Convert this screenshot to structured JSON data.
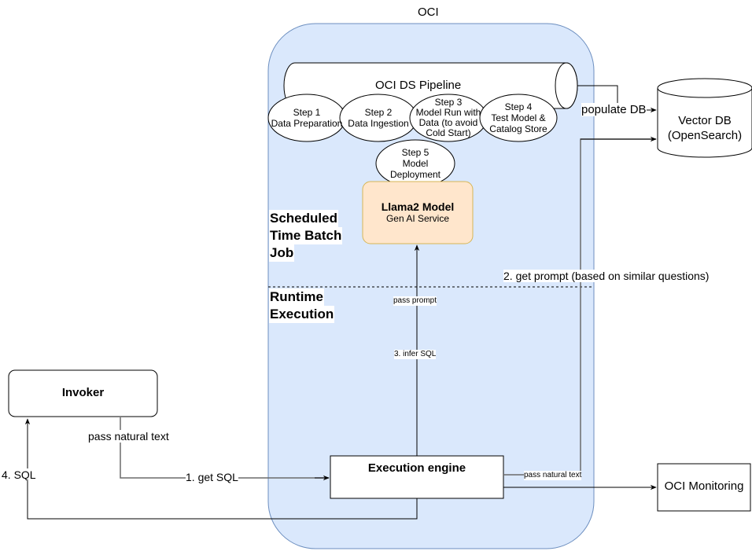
{
  "diagram": {
    "title": "OCI",
    "colors": {
      "oci_region_fill": "#dae8fc",
      "oci_region_stroke": "#6c8ebf",
      "llama_fill": "#ffe6cc",
      "llama_stroke": "#d6b656",
      "line": "#000000",
      "gray_line": "#6b6b6b"
    },
    "pipeline": {
      "label": "OCI DS Pipeline",
      "steps": [
        {
          "title": "Step 1",
          "lines": [
            "Data Preparation"
          ]
        },
        {
          "title": "Step 2",
          "lines": [
            "Data Ingestion"
          ]
        },
        {
          "title": "Step 3",
          "lines": [
            "Model Run with",
            "Data (to avoid",
            "Cold Start)"
          ]
        },
        {
          "title": "Step 4",
          "lines": [
            "Test Model &",
            "Catalog Store"
          ]
        },
        {
          "title": "Step 5",
          "lines": [
            "Model",
            "Deployment"
          ]
        }
      ]
    },
    "llama": {
      "title": "Llama2 Model",
      "subtitle": "Gen AI Service"
    },
    "sections": {
      "batch": [
        "Scheduled",
        "Time Batch",
        "Job"
      ],
      "runtime": [
        "Runtime",
        "Execution"
      ]
    },
    "nodes": {
      "vector_db": [
        "Vector DB",
        "(OpenSearch)"
      ],
      "invoker": "Invoker",
      "execution_engine": "Execution engine",
      "oci_monitoring": "OCI Monitoring"
    },
    "edges": {
      "populate_db": "populate DB",
      "get_prompt": "2. get prompt  (based on similar questions)",
      "pass_prompt": "pass prompt",
      "infer_sql": "3. infer SQL",
      "pass_natural_text_invoker": "pass natural text",
      "get_sql": "1. get SQL",
      "sql_return": "4. SQL",
      "pass_natural_text_engine": "pass natural text"
    }
  }
}
